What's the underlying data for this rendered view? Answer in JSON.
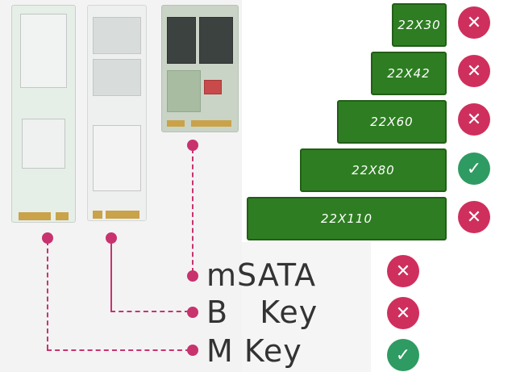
{
  "interfaces": [
    {
      "id": "msata",
      "label": "mSATA",
      "compatible": false
    },
    {
      "id": "b-key",
      "label": "B   Key",
      "compatible": false
    },
    {
      "id": "m-key",
      "label": "M Key",
      "compatible": true
    }
  ],
  "lengths": [
    {
      "label": "22X30",
      "compatible": false
    },
    {
      "label": "22X42",
      "compatible": false
    },
    {
      "label": "22X60",
      "compatible": false
    },
    {
      "label": "22X80",
      "compatible": true
    },
    {
      "label": "22X110",
      "compatible": false
    }
  ],
  "icons": {
    "compatible": "check-icon",
    "incompatible": "cross-icon"
  },
  "colors": {
    "accent": "#c8336e",
    "ssd_green": "#2e7d22",
    "yes": "#2e9b63",
    "no": "#cf2f5d"
  }
}
